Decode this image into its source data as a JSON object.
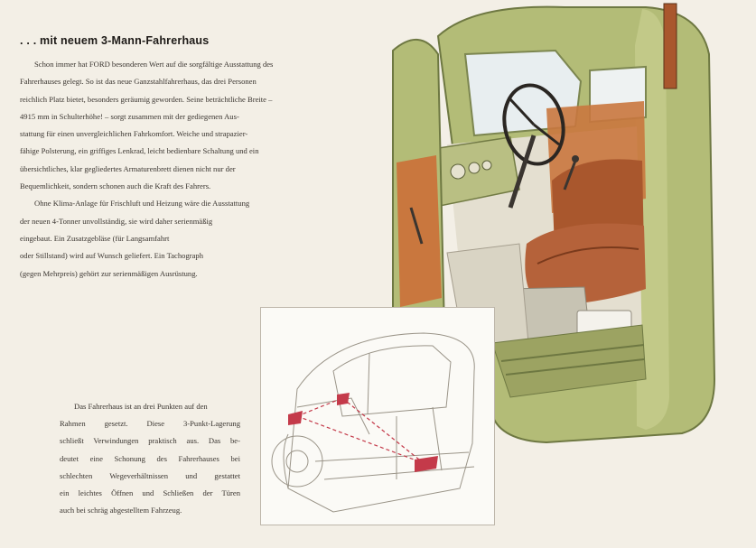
{
  "heading": ". . . mit neuem 3-Mann-Fahrerhaus",
  "body_lines": [
    "Schon immer hat FORD besonderen Wert auf die sorgfältige Ausstattung des",
    "Fahrerhauses gelegt. So ist das neue Ganzstahlfahrerhaus, das drei Personen",
    "reichlich Platz bietet, besonders geräumig geworden. Seine beträchtliche Breite –",
    "4915 mm in Schulterhöhe! – sorgt zusammen mit der gediegenen Aus-",
    "stattung für einen unvergleichlichen Fahrkomfort. Weiche und strapazier-",
    "fähige Polsterung, ein griffiges Lenkrad, leicht bedienbare Schaltung und ein",
    "übersichtliches, klar gegliedertes Armaturenbrett dienen nicht nur der",
    "Bequemlichkeit, sondern schonen auch die Kraft des Fahrers.",
    "Ohne Klima-Anlage für Frischluft und Heizung wäre die Ausstattung",
    "der neuen 4-Tonner unvollständig, sie wird daher serienmäßig",
    "eingebaut. Ein Zusatzgebläse (für Langsamfahrt",
    "oder Stillstand) wird auf Wunsch geliefert. Ein Tachograph",
    "(gegen Mehrpreis) gehört zur serienmäßigen Ausrüstung."
  ],
  "caption_lines": [
    "Das Fahrerhaus ist an drei Punkten auf den",
    "Rahmen gesetzt. Diese 3-Punkt-Lagerung",
    "schließt Verwindungen praktisch aus. Das be-",
    "deutet eine Schonung des Fahrerhauses bei",
    "schlechten Wegeverhältnissen und gestattet",
    "ein leichtes Öffnen und Schließen der Türen",
    "auch bei schräg abgestelltem Fahrzeug."
  ],
  "colors": {
    "cab_green": "#b3bc77",
    "cab_green_dark": "#8a9455",
    "seat_brown": "#a9572d",
    "trim_orange": "#c9773e",
    "paper": "#f3efe6"
  }
}
